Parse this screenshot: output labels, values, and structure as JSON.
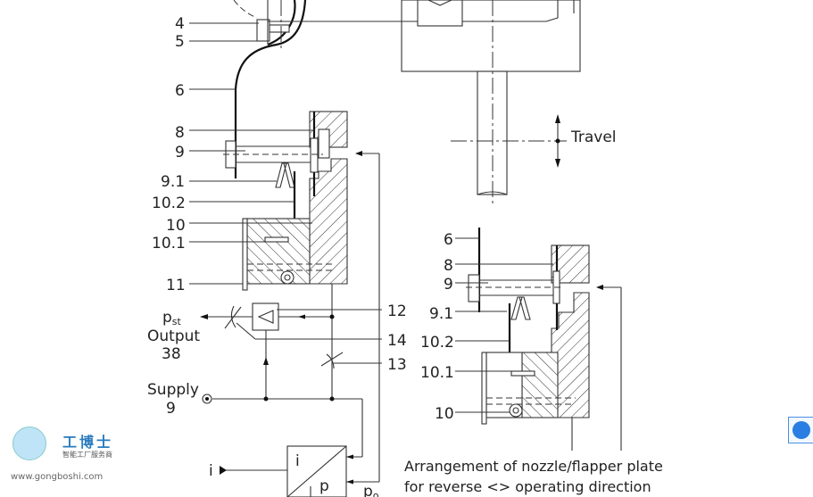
{
  "diagram": {
    "main_labels": [
      "4",
      "5",
      "6",
      "8",
      "9",
      "9.1",
      "10.2",
      "10",
      "10.1",
      "11"
    ],
    "circuit_labels": {
      "l12": "12",
      "l14": "14",
      "l13": "13"
    },
    "pst": "p",
    "pst_sub": "st",
    "output": "Output",
    "output_num": "38",
    "supply": "Supply",
    "supply_num": "9",
    "i_input": "i",
    "converter_i": "i",
    "converter_p": "p",
    "p0": "p",
    "p0_sub": "o",
    "travel": "Travel",
    "reverse_labels": [
      "6",
      "8",
      "9",
      "9.1",
      "10.2",
      "10.1",
      "10"
    ],
    "caption_line1": "Arrangement of nozzle/flapper plate",
    "caption_line2": "for reverse <> operating direction"
  },
  "watermark": {
    "brand": "工博士",
    "tagline": "智能工厂服务商",
    "url": "www.gongboshi.com"
  },
  "help_icon": "user-support-icon"
}
